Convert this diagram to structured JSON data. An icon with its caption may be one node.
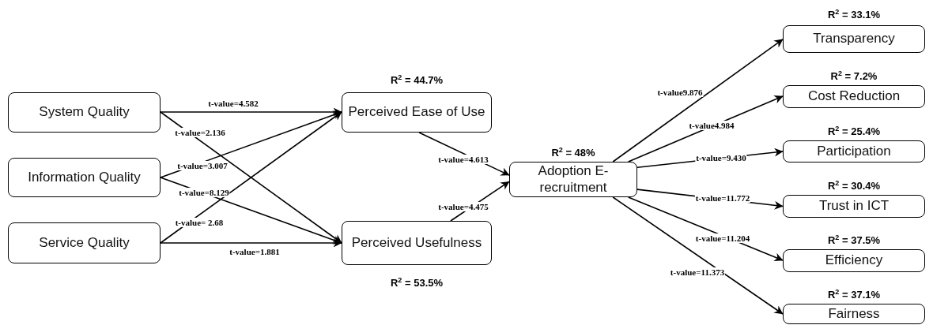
{
  "diagram": {
    "nodes": [
      {
        "text": [
          "System Quality"
        ]
      },
      {
        "text": [
          "Information Quality"
        ]
      },
      {
        "text": [
          "Service Quality"
        ]
      },
      {
        "text": [
          "Perceived Ease of Use"
        ],
        "beside": [
          "R$^{2}$ = 44.7%"
        ]
      },
      {
        "text": [
          "Perceived Usefulness"
        ],
        "beside": [
          "R$^{2}$ = 53.5%"
        ]
      },
      {
        "text": [
          "Adoption E-recruitment"
        ],
        "beside": [
          "R$^{2}$ = 48%"
        ]
      },
      {
        "text": [
          "Transparency"
        ],
        "beside": [
          "R$^{2}$ = 33.1%"
        ]
      },
      {
        "text": [
          "Cost Reduction"
        ],
        "beside": [
          "R$^{2}$ = 7.2%"
        ]
      },
      {
        "text": [
          "Participation"
        ],
        "beside": [
          "R$^{2}$ = 25.4%"
        ]
      },
      {
        "text": [
          "Trust in ICT"
        ],
        "beside": [
          "R$^{2}$ = 30.4%"
        ]
      },
      {
        "text": [
          "Efficiency"
        ],
        "beside": [
          "R$^{2}$ = 37.5%"
        ]
      },
      {
        "text": [
          "Fairness"
        ],
        "beside": [
          "R$^{2}$ = 37.1%"
        ]
      }
    ],
    "edges": [
      {
        "from": 0,
        "to": 3,
        "arrow": "to",
        "label": "t-value=4.582"
      },
      {
        "from": 0,
        "to": 4,
        "arrow": "to",
        "label": "t-value=2.136"
      },
      {
        "from": 1,
        "to": 3,
        "arrow": "to",
        "label": "t-value=3.007"
      },
      {
        "from": 1,
        "to": 4,
        "arrow": "to",
        "label": "t-value=8.129"
      },
      {
        "from": 2,
        "to": 3,
        "arrow": "to",
        "label": "t-value= 2.68"
      },
      {
        "from": 2,
        "to": 4,
        "arrow": "to",
        "label": "t-value=1.881"
      },
      {
        "from": 3,
        "to": 5,
        "arrow": "to",
        "label": "t-value=4.613"
      },
      {
        "from": 4,
        "to": 5,
        "arrow": "to",
        "label": "t-value=4.475"
      },
      {
        "from": 5,
        "to": 6,
        "arrow": "to",
        "label": "t-value9.876"
      },
      {
        "from": 5,
        "to": 7,
        "arrow": "to",
        "label": "t-value4.984"
      },
      {
        "from": 5,
        "to": 8,
        "arrow": "to",
        "label": "t-value=9.430"
      },
      {
        "from": 5,
        "to": 9,
        "arrow": "to",
        "label": "t-value=11.772"
      },
      {
        "from": 5,
        "to": 10,
        "arrow": "to",
        "label": "t-value=11.204"
      },
      {
        "from": 5,
        "to": 11,
        "arrow": "to",
        "label": "t-value=11.373"
      }
    ]
  }
}
